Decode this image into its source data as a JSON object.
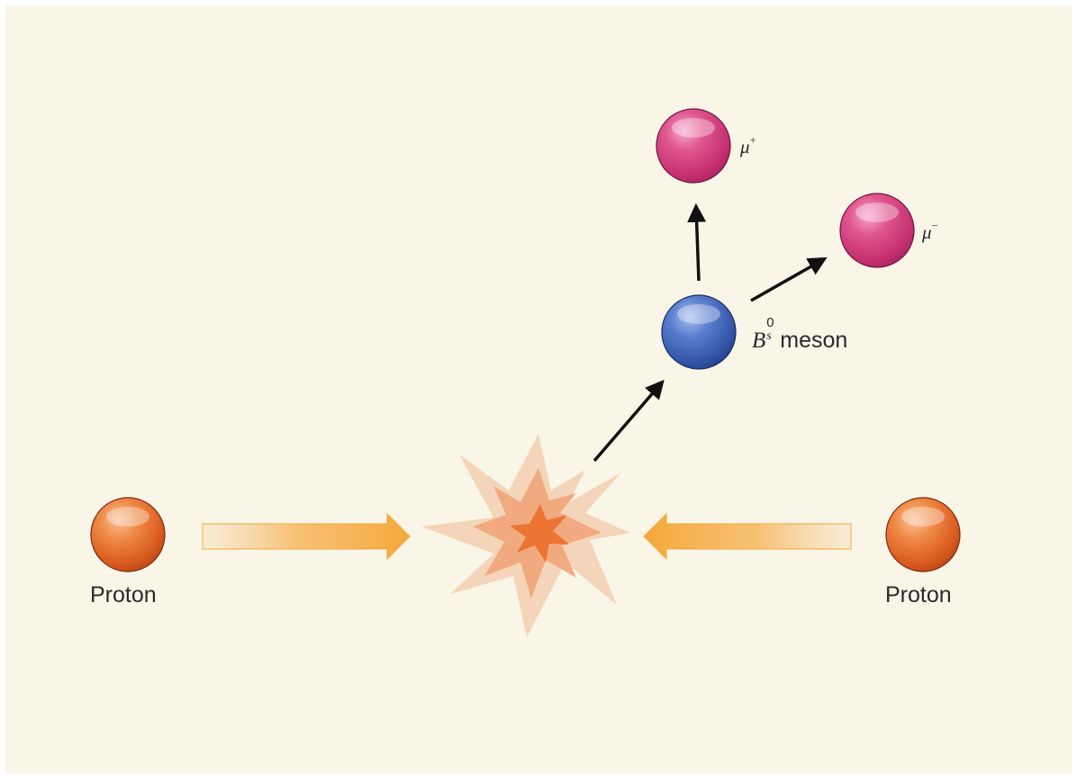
{
  "colors": {
    "background": "#f9f5e7",
    "proton": "#e8692a",
    "muon": "#d13f82",
    "meson": "#3f63b8",
    "beam_arrow": "#f5a83a",
    "collision_outer": "#f3cfb0",
    "collision_core": "#f07b3a",
    "decay_arrow": "#111111"
  },
  "labels": {
    "proton_left": "Proton",
    "proton_right": "Proton",
    "muon_plus_symbol": "μ",
    "muon_plus_charge": "+",
    "muon_minus_symbol": "μ",
    "muon_minus_charge": "−",
    "meson_symbol": "B",
    "meson_superscript": "0",
    "meson_subscript": "s",
    "meson_word": "meson"
  },
  "icons": {
    "particles": "sphere-icon",
    "collision": "burst-icon",
    "beams": "arrow-icon"
  }
}
